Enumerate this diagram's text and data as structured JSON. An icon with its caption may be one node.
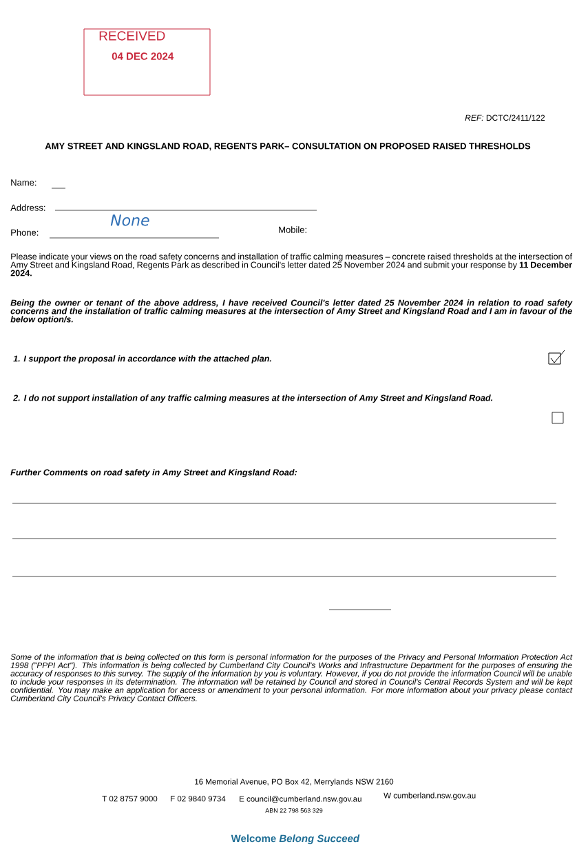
{
  "diagram": {
    "title": "AMY STREET AND KINGSLAND ROAD, REGENTS PARK– CONSULTATION ON PROPOSED RAISED THRESHOLDS",
    "labels": [
      "RECEIVED",
      "04 DEC 2024",
      "*REF:* DCTC/2411/122",
      "Name:",
      "Address:",
      "Phone:",
      "None",
      "Mobile:",
      "Please indicate your views on the road safety concerns and installation of traffic calming measures – concrete raised thresholds at the intersection of Amy Street and Kingsland Road, Regents Park as described in Council's letter dated 25 November 2024 and submit your response by **11 December 2024.**",
      "Being the owner or tenant of the above address, I have received Council's letter dated 25 November 2024 in relation to road safety concerns and the installation of traffic calming measures at the intersection of Amy Street and Kingsland Road and I am in favour of the below option/s.",
      "1.  I support the proposal in accordance with the attached plan.",
      "2.  I do not support installation of any traffic calming measures at the intersection of Amy Street and Kingsland Road.",
      "Further Comments on road safety in Amy Street and Kingsland Road:",
      "Some of the information that is being collected on this form is personal information for the purposes of the Privacy and Personal Information Protection Act 1998 (\"PPPI Act\"). This information is being collected by Cumberland City Council's Works and Infrastructure Department for the purposes of ensuring the accuracy of responses to this survey. The supply of the information by you is voluntary. However, if you do not provide the information Council will be unable to include your responses in its determination. The information will be retained by Council and stored in Council's Central Records System and will be kept confidential. You may make an application for access or amendment to your personal information. For more information about your privacy please contact Cumberland City Council's Privacy Contact Officers.",
      "16 Memorial Avenue, PO Box 42, Merrylands NSW 2160",
      "T 02 8757 9000",
      "F 02 9840 9734",
      "E council@cumberland.nsw.gov.au",
      "W cumberland.nsw.gov.au",
      "ABN 22 798 563 329",
      "Welcome *Belong Succeed*"
    ]
  }
}
